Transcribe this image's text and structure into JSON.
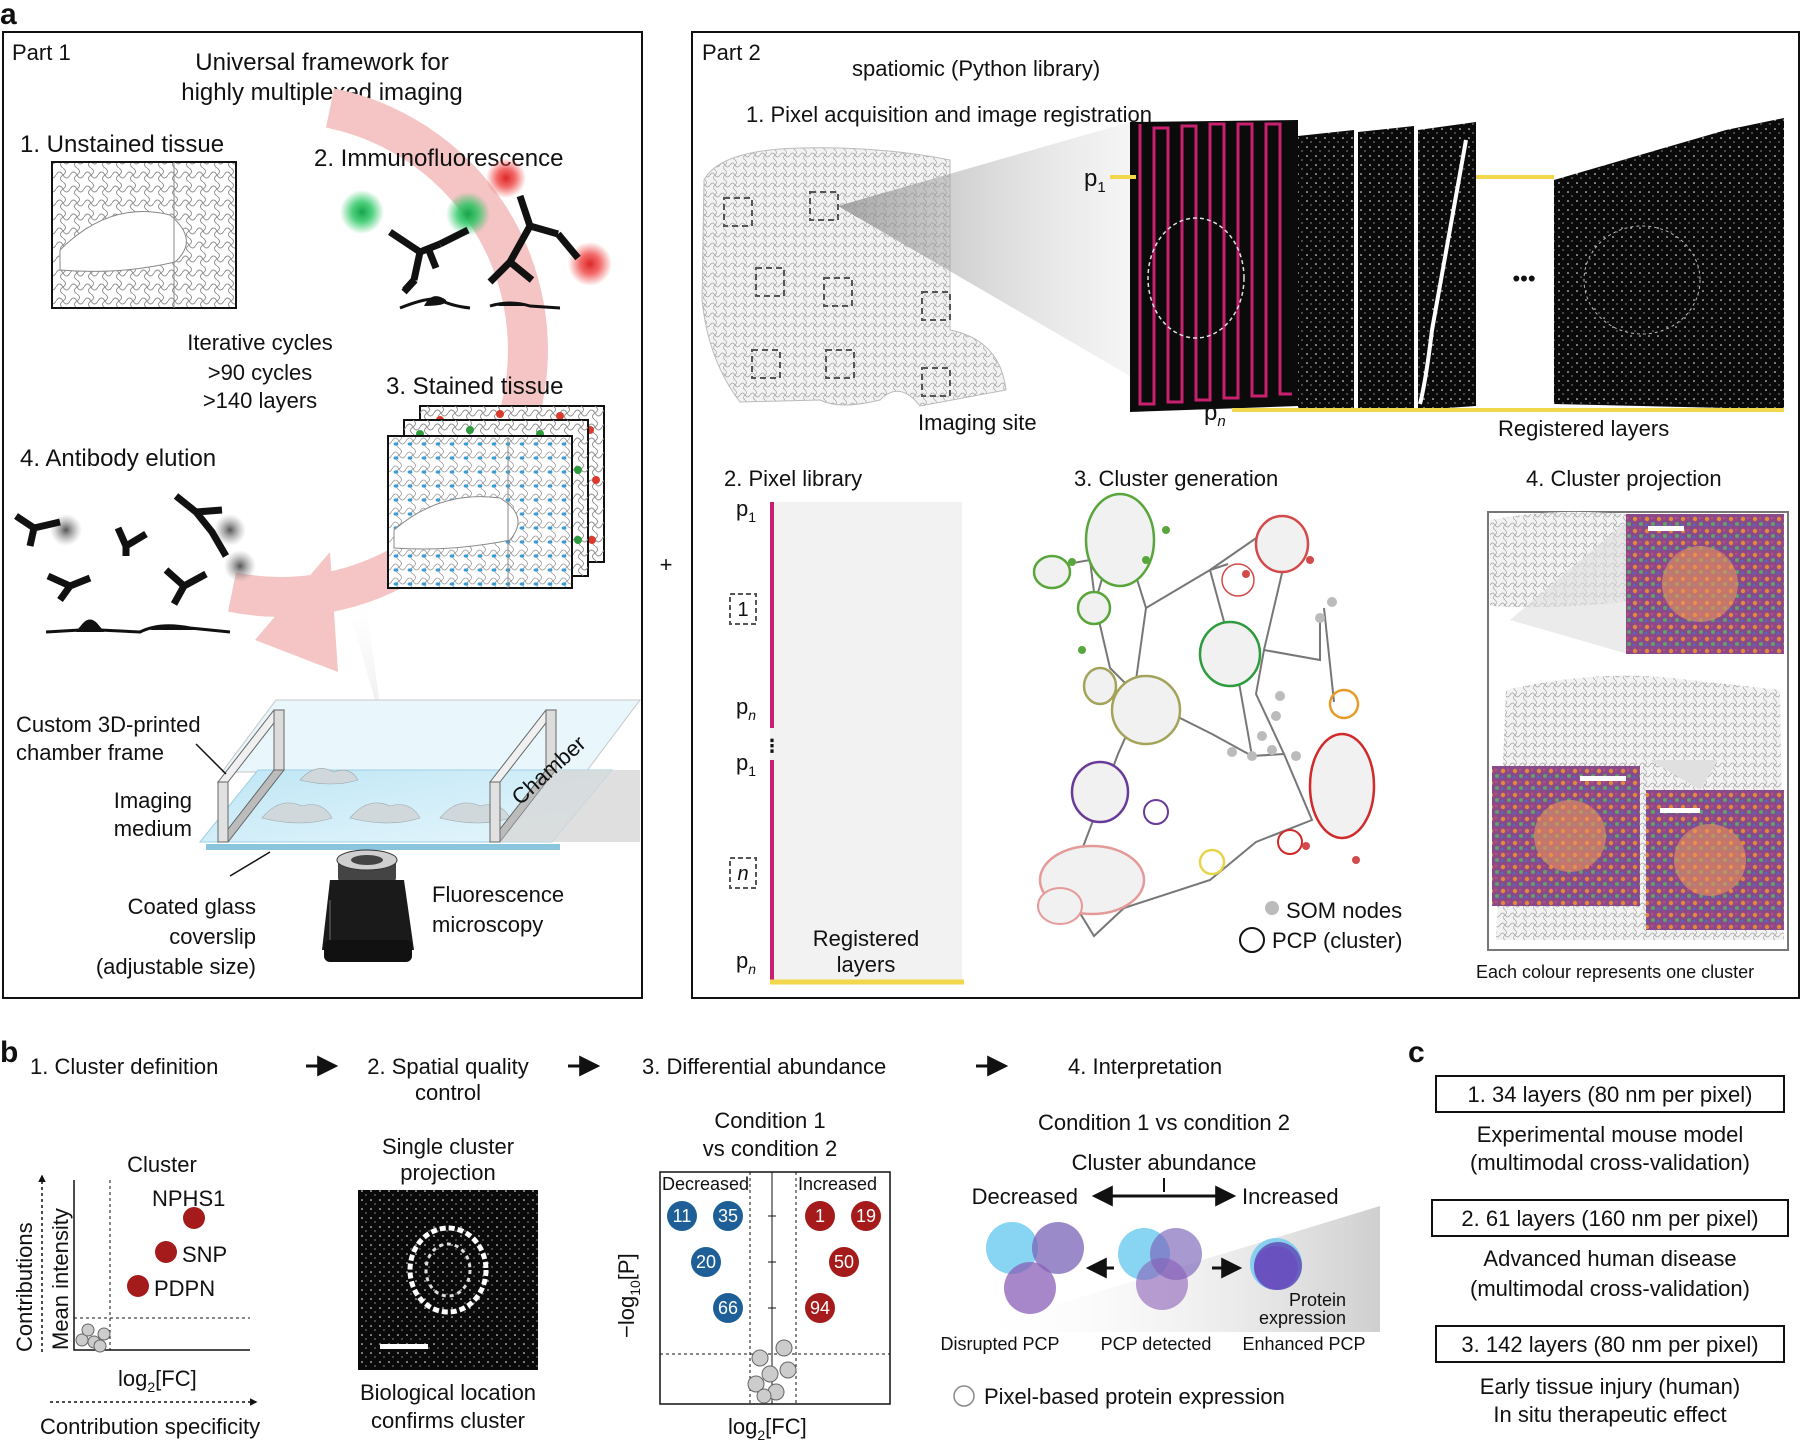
{
  "panel_labels": {
    "a": "a",
    "b": "b",
    "c": "c"
  },
  "part1": {
    "label": "Part 1",
    "title_line1": "Universal framework for",
    "title_line2": "highly multiplexed imaging",
    "step1": "1.  Unstained tissue",
    "step2": "2.  Immunofluorescence",
    "step3": "3.  Stained tissue",
    "step4": "4.  Antibody elution",
    "cycles_line1": "Iterative cycles",
    "cycles_line2": ">90 cycles",
    "cycles_line3": ">140 layers",
    "chamber_frame_line1": "Custom 3D-printed",
    "chamber_frame_line2": "chamber frame",
    "imaging_medium_line1": "Imaging",
    "imaging_medium_line2": "medium",
    "coverslip_line1": "Coated glass",
    "coverslip_line2": "coverslip",
    "coverslip_line3": "(adjustable size)",
    "chamber": "Chamber",
    "microscopy_line1": "Fluorescence",
    "microscopy_line2": "microscopy"
  },
  "plus": "+",
  "part2": {
    "label": "Part 2",
    "library": "spatiomic (Python library)",
    "step1": "1. Pixel acquisition and image registration",
    "imaging_site": "Imaging site",
    "p_label": "p",
    "sub_1": "1",
    "sub_n": "n",
    "ellipsis": "•••",
    "registered_layers": "Registered layers",
    "step2": "2. Pixel library",
    "box_1": "1",
    "box_n": "n",
    "lib_registered_line1": "Registered",
    "lib_registered_line2": "layers",
    "step3": "3. Cluster generation",
    "som_nodes": "SOM nodes",
    "pcp_cluster": "PCP (cluster)",
    "step4": "4. Cluster projection",
    "colour_note": "Each colour represents one cluster"
  },
  "panel_b": {
    "step1": "1. Cluster definition",
    "step2_line1": "2. Spatial quality",
    "step2_line2": "control",
    "step3": "3. Differential abundance",
    "step4": "4. Interpretation",
    "cluster_title": "Cluster",
    "markers": [
      "NPHS1",
      "SNP",
      "PDPN"
    ],
    "ylabel_contrib": "Contributions",
    "ylabel_mean": "Mean intensity",
    "xlabel_fc": "log",
    "xlabel_fc_sub": "2",
    "xlabel_fc_tail": "[FC]",
    "contribution_specificity": "Contribution specificity",
    "single_line1": "Single cluster",
    "single_line2": "projection",
    "bio_line1": "Biological location",
    "bio_line2": "confirms cluster",
    "cond_line1": "Condition 1",
    "cond_line2": "vs condition 2",
    "decreased": "Decreased",
    "increased": "Increased",
    "decreased_ids": [
      "11",
      "35",
      "20",
      "66"
    ],
    "increased_ids": [
      "1",
      "19",
      "50",
      "94"
    ],
    "volcano_ylabel": "−log",
    "volcano_ylabel_sub": "10",
    "volcano_ylabel_tail": "[P]",
    "interp_title": "Condition 1 vs condition 2",
    "cluster_abundance": "Cluster abundance",
    "interp_decreased": "Decreased",
    "interp_increased": "Increased",
    "protein_line1": "Protein",
    "protein_line2": "expression",
    "disrupted": "Disrupted PCP",
    "detected": "PCP detected",
    "enhanced": "Enhanced PCP",
    "pixel_based": "Pixel-based protein expression"
  },
  "panel_c": {
    "item1": "1. 34 layers (80 nm per pixel)",
    "item1_line1": "Experimental mouse model",
    "item1_line2": "(multimodal cross-validation)",
    "item2": "2. 61 layers (160 nm per pixel)",
    "item2_line1": "Advanced human disease",
    "item2_line2": "(multimodal cross-validation)",
    "item3": "3. 142 layers (80 nm per pixel)",
    "item3_line1": "Early tissue injury (human)",
    "item3_line2": "In situ therapeutic effect"
  },
  "colors": {
    "magenta": "#c8206e",
    "yellow": "#f2d64b",
    "blue_dot": "#1f5f97",
    "red_dot": "#a51a1a",
    "cycle_arrow": "#f5c4c4"
  }
}
